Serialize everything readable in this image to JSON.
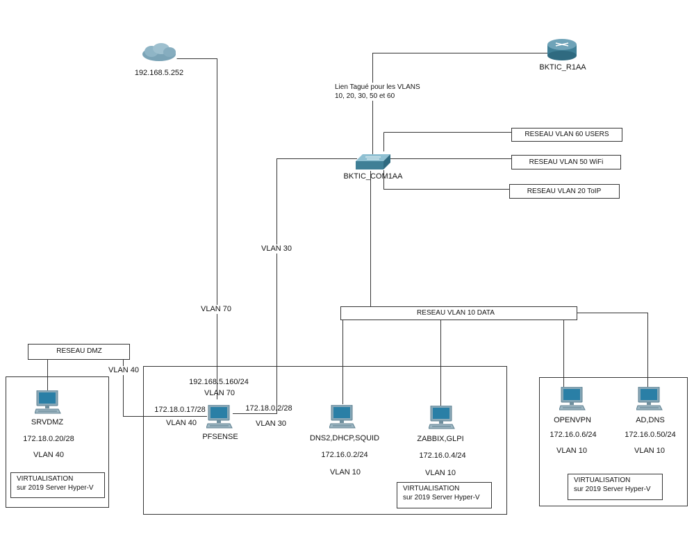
{
  "colors": {
    "line": "#333333",
    "device_teal": "#3f7f96",
    "monitor_body": "#8aa9b8",
    "screen_blue": "#2a7fa6"
  },
  "cloud": {
    "label": "192.168.5.252",
    "icon": "cloud-icon"
  },
  "router": {
    "label": "BKTIC_R1AA",
    "icon": "router-icon"
  },
  "switch": {
    "label": "BKTIC_COM1AA",
    "icon": "switch-icon"
  },
  "trunk_note": {
    "line1": "Lien Tagué pour les VLANS",
    "line2": "10, 20, 30, 50 et 60"
  },
  "switch_networks": [
    "RESEAU VLAN 60 USERS",
    "RESEAU VLAN 50 WiFi",
    "RESEAU VLAN 20 ToIP"
  ],
  "data_network": "RESEAU VLAN 10 DATA",
  "dmz_network": "RESEAU DMZ",
  "link_labels": {
    "vlan70": "VLAN 70",
    "vlan30": "VLAN 30",
    "vlan40": "VLAN 40"
  },
  "pfsense": {
    "name": "PFSENSE",
    "wan_ip": "192.168.5.160/24",
    "wan_vlan": "VLAN 70",
    "dmz_ip": "172.18.0.17/28",
    "dmz_vlan": "VLAN 40",
    "lan_ip": "172.18.0.2/28",
    "lan_vlan": "VLAN 30"
  },
  "hosts": [
    {
      "name": "SRVDMZ",
      "ip": "172.18.0.20/28",
      "vlan": "VLAN 40"
    },
    {
      "name": "DNS2,DHCP,SQUID",
      "ip": "172.16.0.2/24",
      "vlan": "VLAN 10"
    },
    {
      "name": "ZABBIX,GLPI",
      "ip": "172.16.0.4/24",
      "vlan": "VLAN 10"
    },
    {
      "name": "OPENVPN",
      "ip": "172.16.0.6/24",
      "vlan": "VLAN 10"
    },
    {
      "name": "AD,DNS",
      "ip": "172.16.0.50/24",
      "vlan": "VLAN 10"
    }
  ],
  "virtualisation": {
    "line1": "VIRTUALISATION",
    "line2": "sur 2019 Server Hyper-V"
  }
}
